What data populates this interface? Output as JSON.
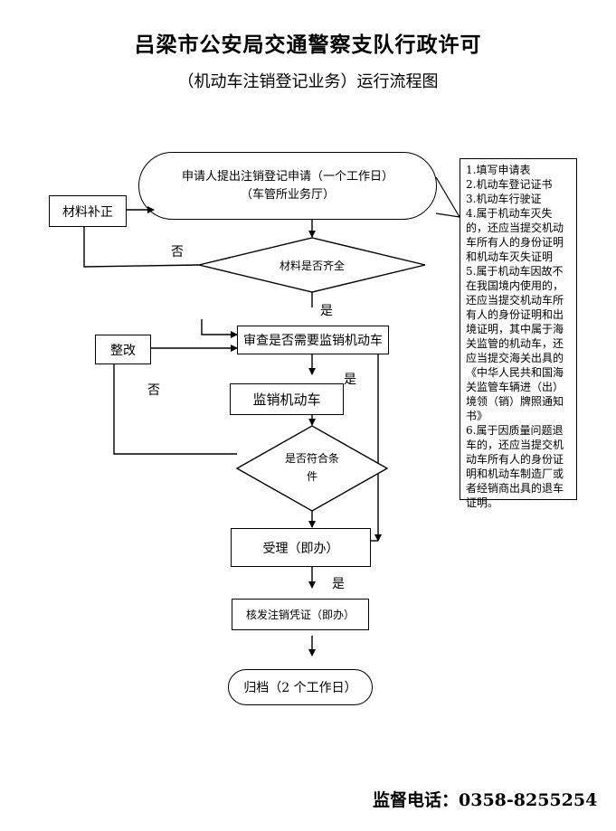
{
  "title": "吕梁市公安局交通警察支队行政许可",
  "subtitle": "（机动车注销登记业务）运行流程图",
  "nodes": {
    "apply_line1": "申请人提出注销登记申请（一个工作日）",
    "apply_line2": "（车管所业务厅）",
    "supplement": "材料补正",
    "materials_check": "材料是否齐全",
    "review": "审查是否需要监销机动车",
    "rectify": "整改",
    "supervise": "监销机动车",
    "condition_line1": "是否符合条",
    "condition_line2": "件",
    "accept": "受理（即办）",
    "issue": "核发注销凭证（即办）",
    "archive": "归档（2 个工作日）"
  },
  "labels": {
    "no_materials": "否",
    "yes_materials": "是",
    "yes_review": "是",
    "no_condition": "否",
    "yes_accept": "是"
  },
  "requirements": [
    "1.填写申请表",
    "2.机动车登记证书",
    "3.机动车行驶证",
    "4.属于机动车灭失的，还应当提交机动车所有人的身份证明和机动车灭失证明",
    "5.属于机动车因故不在我国境内使用的，还应当提交机动车所有人的身份证明和出境证明，其中属于海关监管的机动车，还应当提交海关出具的《中华人民共和国海关监管车辆进（出）境领（销）牌照通知书》",
    "6.属于因质量问题退车的，还应当提交机动车所有人的身份证明和机动车制造厂或者经销商出具的退车证明。"
  ],
  "hotline": "监督电话：0358-8255254"
}
